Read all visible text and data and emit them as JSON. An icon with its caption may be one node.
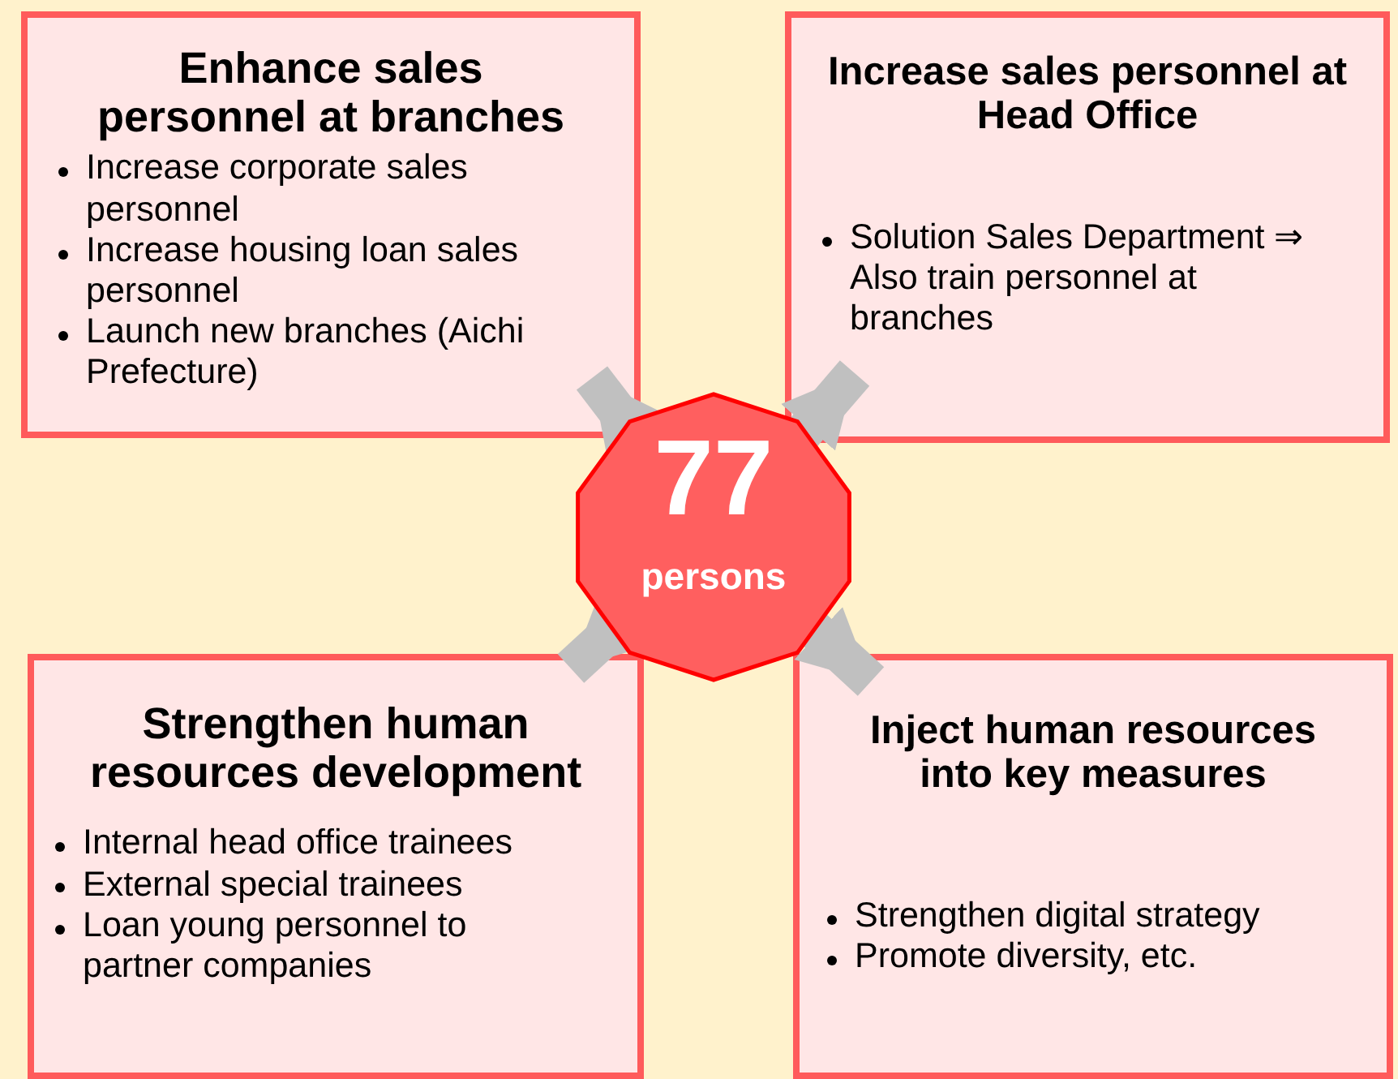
{
  "diagram": {
    "nodes": [
      {
        "text": [
          "77",
          "persons"
        ]
      },
      {
        "text": [
          "Enhance sales personnel at branches",
          "Increase corporate sales personnel",
          "Increase housing loan sales personnel",
          "Launch new branches (Aichi Prefecture)"
        ]
      },
      {
        "text": [
          "Increase sales personnel at Head Office",
          "Solution Sales Department ⇒ Also train personnel at branches"
        ]
      },
      {
        "text": [
          "Strengthen human resources development",
          "Internal head office trainees",
          "External special trainees",
          "Loan young personnel to partner companies"
        ]
      },
      {
        "text": [
          "Inject human resources into key measures",
          "Strengthen digital strategy",
          "Promote diversity, etc."
        ]
      }
    ],
    "edges": [
      {
        "from": 0,
        "to": 1,
        "arrow": "to"
      },
      {
        "from": 0,
        "to": 2,
        "arrow": "to"
      },
      {
        "from": 0,
        "to": 3,
        "arrow": "to"
      },
      {
        "from": 0,
        "to": 4,
        "arrow": "to"
      }
    ]
  }
}
